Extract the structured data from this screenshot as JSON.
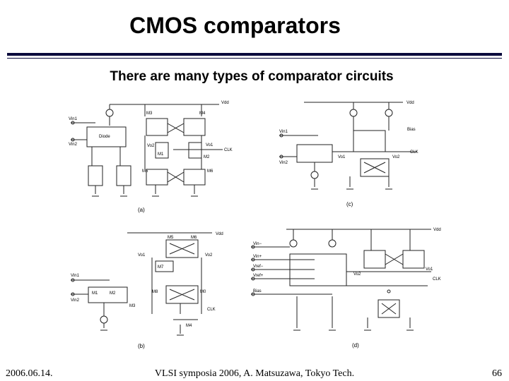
{
  "slide": {
    "title": "CMOS comparators",
    "subtitle": "There are many types of comparator circuits"
  },
  "circuit_a": {
    "caption": "(a)",
    "labels": {
      "vdd": "Vdd",
      "vin1": "Vin1",
      "vin2": "Vin2",
      "diode": "Diode",
      "m3": "M3",
      "m4": "M4",
      "vo2": "Vo2",
      "vo1": "Vo1",
      "m1": "M1",
      "m2": "M2",
      "clk": "CLK",
      "m5": "M5",
      "m6": "M6"
    }
  },
  "circuit_b": {
    "caption": "(b)",
    "labels": {
      "vdd": "Vdd",
      "m5": "M5",
      "m6": "M6",
      "vo1": "Vo1",
      "vo2": "Vo2",
      "m7": "M7",
      "vin1": "Vin1",
      "vin2": "Vin2",
      "m1": "M1",
      "m2": "M2",
      "m3": "M3",
      "m8": "M8",
      "m0": "M0",
      "clk": "CLK",
      "m4": "M4"
    }
  },
  "circuit_c": {
    "caption": "(c)",
    "labels": {
      "vdd": "Vdd",
      "bias": "Bias",
      "vin1": "Vin1",
      "vin2": "Vin2",
      "vo1": "Vo1",
      "vo2": "Vo2",
      "clk": "CLK"
    }
  },
  "circuit_d": {
    "caption": "(d)",
    "labels": {
      "vdd": "Vdd",
      "vin_minus": "Vin−",
      "vin_plus": "Vin+",
      "vref_minus": "Vref−",
      "vref_plus": "Vref+",
      "bias": "Bias",
      "vo2": "Vo2",
      "vo1": "Vo1",
      "clk": "CLK"
    }
  },
  "footer": {
    "date": "2006.06.14.",
    "venue": "VLSI symposia 2006,  A. Matsuzawa, Tokyo Tech.",
    "page": "66"
  }
}
